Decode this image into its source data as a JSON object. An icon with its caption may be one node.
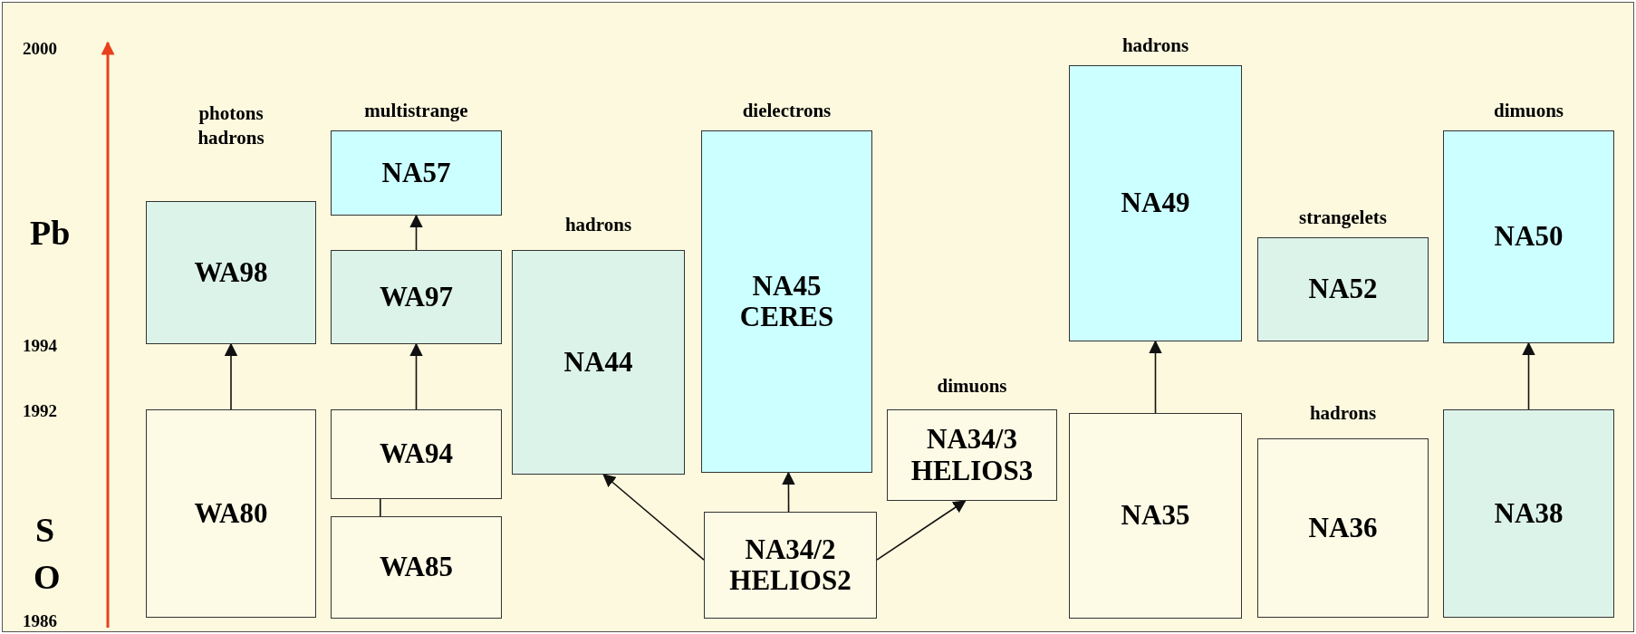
{
  "diagram": {
    "nodes": [
      {
        "text": [
          "photons hadrons",
          "WA98"
        ]
      },
      {
        "text": [
          "WA80"
        ]
      },
      {
        "text": [
          "multistrange",
          "NA57"
        ]
      },
      {
        "text": [
          "WA97"
        ]
      },
      {
        "text": [
          "WA94"
        ]
      },
      {
        "text": [
          "WA85"
        ]
      },
      {
        "text": [
          "hadrons",
          "NA44"
        ]
      },
      {
        "text": [
          "dielectrons",
          "NA45 CERES"
        ]
      },
      {
        "text": [
          "dimuons",
          "NA34/3 HELIOS3"
        ]
      },
      {
        "text": [
          "NA34/2 HELIOS2"
        ]
      },
      {
        "text": [
          "hadrons",
          "NA49"
        ]
      },
      {
        "text": [
          "NA35"
        ]
      },
      {
        "text": [
          "strangelets",
          "NA52"
        ]
      },
      {
        "text": [
          "hadrons",
          "NA36"
        ]
      },
      {
        "text": [
          "dimuons",
          "NA50"
        ]
      },
      {
        "text": [
          "NA38"
        ]
      }
    ],
    "edges": [
      {
        "from": 1,
        "to": 0,
        "arrow": "to"
      },
      {
        "from": 4,
        "to": 3,
        "arrow": "to"
      },
      {
        "from": 3,
        "to": 2,
        "arrow": "to"
      },
      {
        "from": 5,
        "to": 4,
        "arrow": "none"
      },
      {
        "from": 9,
        "to": 6,
        "arrow": "to"
      },
      {
        "from": 9,
        "to": 7,
        "arrow": "to"
      },
      {
        "from": 9,
        "to": 8,
        "arrow": "to"
      },
      {
        "from": 11,
        "to": 10,
        "arrow": "to"
      },
      {
        "from": 15,
        "to": 14,
        "arrow": "to"
      }
    ],
    "labels": [
      "2000",
      "Pb",
      "1994",
      "1992",
      "S",
      "O",
      "1986"
    ]
  }
}
